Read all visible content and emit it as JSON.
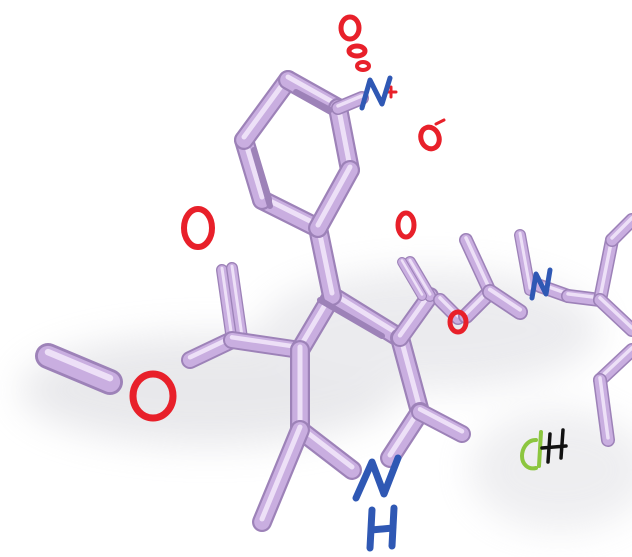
{
  "image": {
    "subject": "3D stick model of a molecule",
    "colors": {
      "bond": "#c9aee0",
      "bond_highlight": "#ede0f7",
      "bond_shadow": "#9d82b8",
      "oxygen": "#e8202a",
      "nitrogen": "#2f58b4",
      "chlorine": "#8cc63f",
      "hydrogen_label": "#111111",
      "background": "#ffffff"
    }
  },
  "atoms": {
    "nitro_n": "N",
    "nitro_charge": "+",
    "nitro_o_top": "O",
    "nitro_o_minus": "O",
    "nitro_o_minus_charge": "-",
    "carbonyl_o_left": "O",
    "ester_o_left": "O",
    "carbonyl_o_right": "O",
    "ester_o_right": "O",
    "amine_n": "N",
    "ring_n": "N",
    "ring_h": "H",
    "salt_cl": "Cl",
    "salt_h": "H"
  }
}
